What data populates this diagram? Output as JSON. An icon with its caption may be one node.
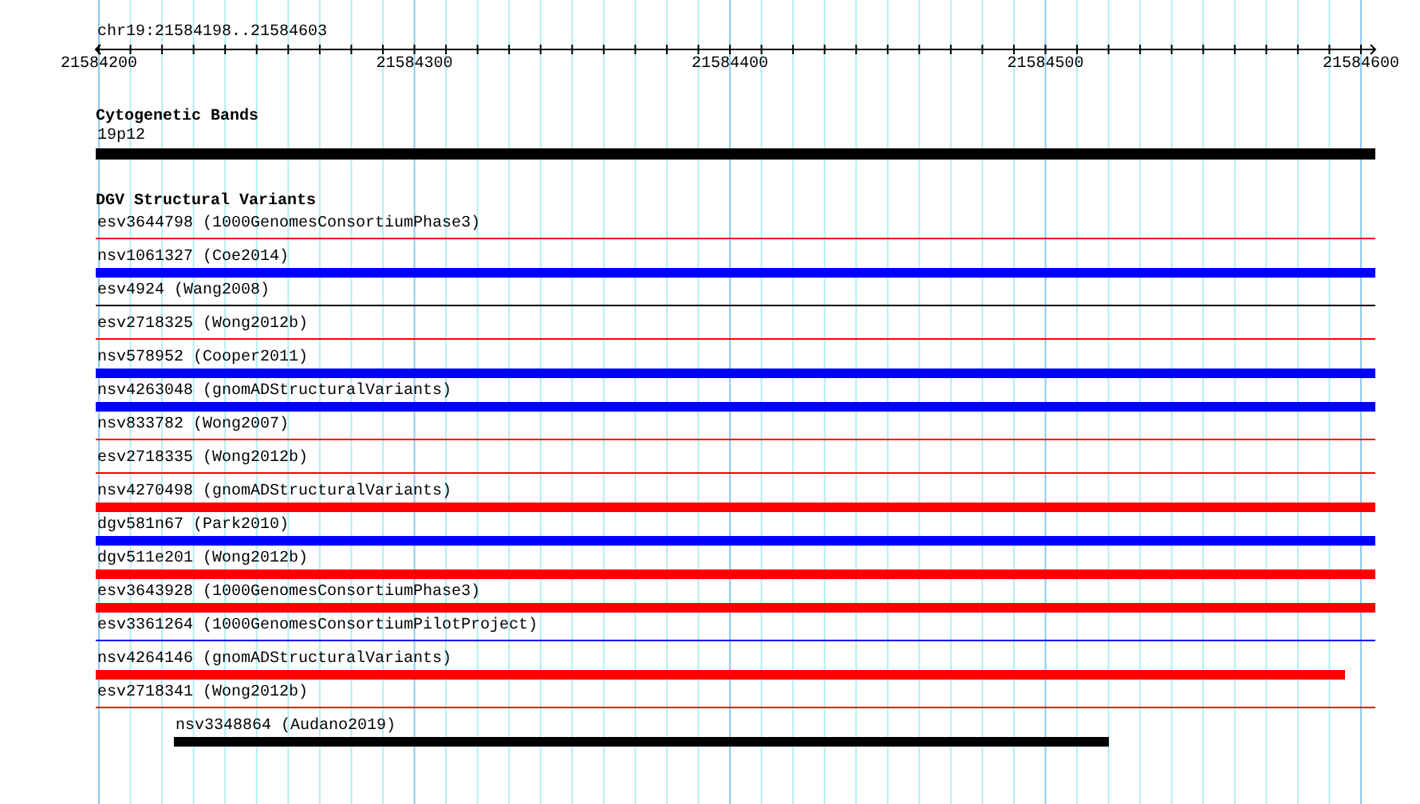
{
  "diagram": {
    "nodes": [
      {
        "text": [
          "Cytogenetic Bands"
        ]
      },
      {
        "text": [
          "19p12"
        ],
        "in": 0
      },
      {
        "text": [
          "DGV Structural Variants"
        ]
      },
      {
        "text": [
          "esv3644798 (1000GenomesConsortiumPhase3)"
        ],
        "in": 2
      },
      {
        "text": [
          "nsv1061327 (Coe2014)"
        ],
        "in": 2
      },
      {
        "text": [
          "esv4924 (Wang2008)"
        ],
        "in": 2
      },
      {
        "text": [
          "esv2718325 (Wong2012b)"
        ],
        "in": 2
      },
      {
        "text": [
          "nsv578952 (Cooper2011)"
        ],
        "in": 2
      },
      {
        "text": [
          "nsv4263048 (gnomADStructuralVariants)"
        ],
        "in": 2
      },
      {
        "text": [
          "nsv833782 (Wong2007)"
        ],
        "in": 2
      },
      {
        "text": [
          "esv2718335 (Wong2012b)"
        ],
        "in": 2
      },
      {
        "text": [
          "nsv4270498 (gnomADStructuralVariants)"
        ],
        "in": 2
      },
      {
        "text": [
          "dgv581n67 (Park2010)"
        ],
        "in": 2
      },
      {
        "text": [
          "dgv511e201 (Wong2012b)"
        ],
        "in": 2
      },
      {
        "text": [
          "esv3643928 (1000GenomesConsortiumPhase3)"
        ],
        "in": 2
      },
      {
        "text": [
          "esv3361264 (1000GenomesConsortiumPilotProject)"
        ],
        "in": 2
      },
      {
        "text": [
          "nsv4264146 (gnomADStructuralVariants)"
        ],
        "in": 2
      },
      {
        "text": [
          "esv2718341 (Wong2012b)"
        ],
        "in": 2
      },
      {
        "text": [
          "nsv3348864 (Audano2019)"
        ],
        "in": 2
      }
    ],
    "labels": [
      "chr19:21584198..21584603",
      "21584200",
      "21584300",
      "21584400",
      "21584500",
      "21584600"
    ]
  }
}
